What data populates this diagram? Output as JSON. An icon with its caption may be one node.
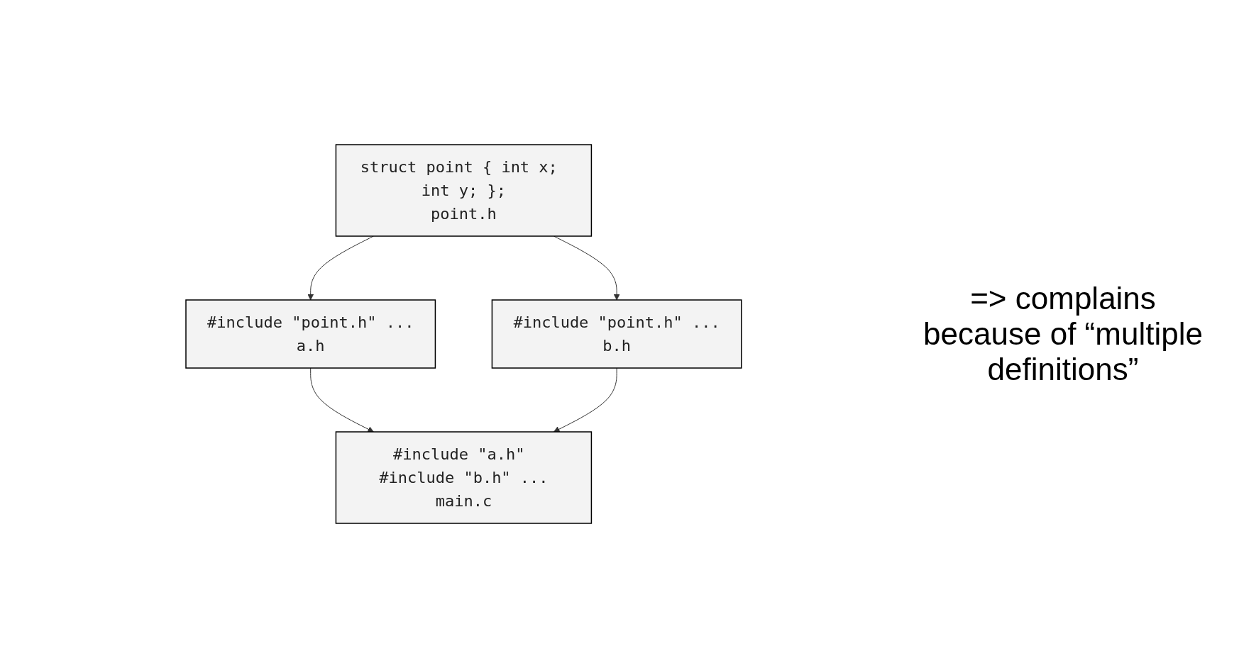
{
  "diagram": {
    "nodes": [
      {
        "text": [
          "struct point { int x; int y; };",
          "point.h"
        ]
      },
      {
        "text": [
          "#include \"point.h\" ...",
          "a.h"
        ]
      },
      {
        "text": [
          "#include \"point.h\" ...",
          "b.h"
        ]
      },
      {
        "text": [
          "#include \"a.h\" #include \"b.h\" ...",
          "main.c"
        ]
      }
    ],
    "edges": [
      {
        "from": 0,
        "to": 1,
        "arrow": "to"
      },
      {
        "from": 0,
        "to": 2,
        "arrow": "to"
      },
      {
        "from": 1,
        "to": 3,
        "arrow": "to"
      },
      {
        "from": 2,
        "to": 3,
        "arrow": "to"
      }
    ],
    "labels": [
      "=> complains because of “multiple definitions”"
    ]
  }
}
